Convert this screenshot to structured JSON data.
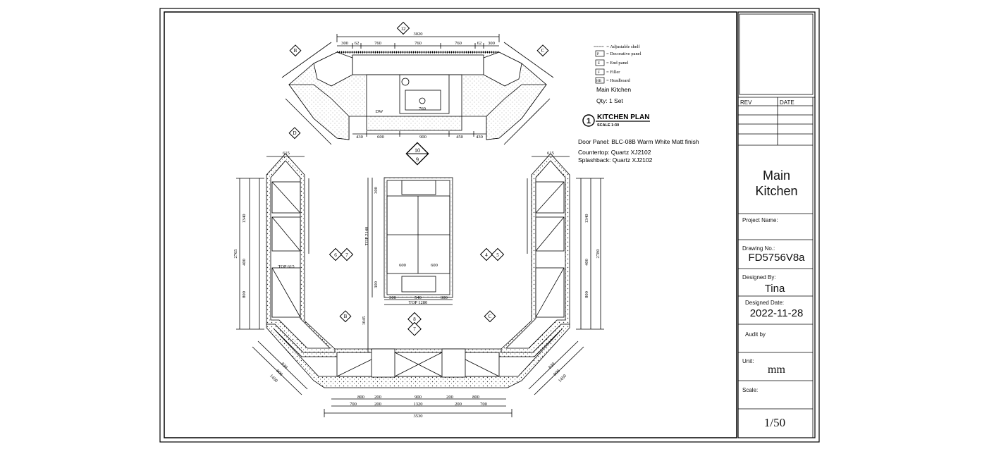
{
  "legend": {
    "items": [
      {
        "symbol": "====",
        "label": "= Adjustable shelf"
      },
      {
        "symbol": "P",
        "label": "= Decorative panel"
      },
      {
        "symbol": "E",
        "label": "= End panel"
      },
      {
        "symbol": "F",
        "label": "= Filler"
      },
      {
        "symbol": "HB",
        "label": "= Headboard"
      }
    ],
    "name": "Main Kitchen",
    "qty": "Qty: 1 Set"
  },
  "plan_title": {
    "number": "1",
    "title": "KITCHEN PLAN",
    "scale": "SCALE  1:30"
  },
  "specs": {
    "door_panel": "Door Panel:   BLC-08B Warm White Matt finish",
    "countertop": "Countertop:   Quartz XJ2102",
    "splashback": "Splashback:   Quartz XJ2102"
  },
  "elevation_markers": {
    "top_center": "12",
    "top_left": "B",
    "top_right": "C",
    "bottom_left_small": "D",
    "middle": [
      "10",
      "9"
    ],
    "left_pair": [
      "6",
      "7"
    ],
    "right_pair": [
      "4",
      "5"
    ],
    "bottom_left": "B",
    "bottom_right": "C",
    "bottom_center": [
      "8",
      "7"
    ]
  },
  "dims": {
    "top_overall": "3020",
    "top_segments": [
      "300",
      "62",
      "760",
      "760",
      "760",
      "62",
      "300"
    ],
    "top_bottom": [
      "430",
      "600",
      "900",
      "450",
      "430"
    ],
    "sink": "760",
    "island_top": [
      "300",
      "300"
    ],
    "island_width": [
      "600",
      "600"
    ],
    "island_bottom": [
      "300",
      "540",
      "300"
    ],
    "island_top_label": "TOP 1280",
    "island_side_label": "TOP 2140",
    "left_side": [
      "1340",
      "400",
      "800",
      "2765"
    ],
    "right_side": [
      "1340",
      "400",
      "800",
      "2780"
    ],
    "side_width": "615",
    "bottom_row1": [
      "800",
      "200",
      "900",
      "200",
      "800"
    ],
    "bottom_row2": [
      "700",
      "200",
      "1320",
      "200",
      "700"
    ],
    "bottom_overall": "3530",
    "corner_left": [
      "830",
      "900",
      "1450"
    ],
    "corner_right": [
      "830",
      "900",
      "1450"
    ],
    "island_gap": "1045",
    "label_dw": "DW",
    "top615": "TOP 615"
  },
  "title_block": {
    "rev": "REV",
    "date": "DATE",
    "drawing_title": "Main\nKitchen",
    "project_name_label": "Project Name:",
    "drawing_no_label": "Drawing No.:",
    "drawing_no": "FD5756V8a",
    "designed_by_label": "Designed By:",
    "designed_by": "Tina",
    "designed_date_label": "Designed Date:",
    "designed_date": "2022-11-28",
    "audit_label": "Audit by",
    "unit_label": "Unit:",
    "unit": "mm",
    "scale_label": "Scale:",
    "scale": "1/50"
  }
}
